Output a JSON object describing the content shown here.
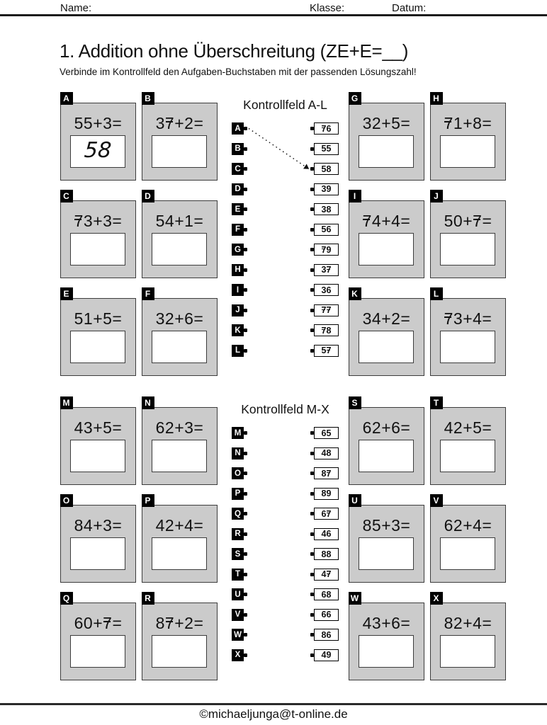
{
  "header": {
    "name_label": "Name:",
    "klasse_label": "Klasse:",
    "datum_label": "Datum:"
  },
  "title": "1. Addition ohne Überschreitung (ZE+E=__)",
  "subtitle": "Verbinde im Kontrollfeld den Aufgaben-Buchstaben mit der passenden Lösungszahl!",
  "colors": {
    "card_gray": "#cbcbcb",
    "tab_black": "#000000",
    "paper_white": "#ffffff"
  },
  "sections": [
    {
      "kontrollfeld_title": "Kontrollfeld A-L",
      "left_cards": [
        {
          "letter": "A",
          "problem": "55+3=",
          "answer": "58"
        },
        {
          "letter": "B",
          "problem": "37+2=",
          "answer": ""
        },
        {
          "letter": "C",
          "problem": "73+3=",
          "answer": ""
        },
        {
          "letter": "D",
          "problem": "54+1=",
          "answer": ""
        },
        {
          "letter": "E",
          "problem": "51+5=",
          "answer": ""
        },
        {
          "letter": "F",
          "problem": "32+6=",
          "answer": ""
        }
      ],
      "right_cards": [
        {
          "letter": "G",
          "problem": "32+5=",
          "answer": ""
        },
        {
          "letter": "H",
          "problem": "71+8=",
          "answer": ""
        },
        {
          "letter": "I",
          "problem": "74+4=",
          "answer": ""
        },
        {
          "letter": "J",
          "problem": "50+7=",
          "answer": ""
        },
        {
          "letter": "K",
          "problem": "34+2=",
          "answer": ""
        },
        {
          "letter": "L",
          "problem": "73+4=",
          "answer": ""
        }
      ],
      "letters": [
        "A",
        "B",
        "C",
        "D",
        "E",
        "F",
        "G",
        "H",
        "I",
        "J",
        "K",
        "L"
      ],
      "numbers": [
        "76",
        "55",
        "58",
        "39",
        "38",
        "56",
        "79",
        "37",
        "36",
        "77",
        "78",
        "57"
      ],
      "connection": {
        "from_letter": "A",
        "to_number": "58"
      }
    },
    {
      "kontrollfeld_title": "Kontrollfeld M-X",
      "left_cards": [
        {
          "letter": "M",
          "problem": "43+5=",
          "answer": ""
        },
        {
          "letter": "N",
          "problem": "62+3=",
          "answer": ""
        },
        {
          "letter": "O",
          "problem": "84+3=",
          "answer": ""
        },
        {
          "letter": "P",
          "problem": "42+4=",
          "answer": ""
        },
        {
          "letter": "Q",
          "problem": "60+7=",
          "answer": ""
        },
        {
          "letter": "R",
          "problem": "87+2=",
          "answer": ""
        }
      ],
      "right_cards": [
        {
          "letter": "S",
          "problem": "62+6=",
          "answer": ""
        },
        {
          "letter": "T",
          "problem": "42+5=",
          "answer": ""
        },
        {
          "letter": "U",
          "problem": "85+3=",
          "answer": ""
        },
        {
          "letter": "V",
          "problem": "62+4=",
          "answer": ""
        },
        {
          "letter": "W",
          "problem": "43+6=",
          "answer": ""
        },
        {
          "letter": "X",
          "problem": "82+4=",
          "answer": ""
        }
      ],
      "letters": [
        "M",
        "N",
        "O",
        "P",
        "Q",
        "R",
        "S",
        "T",
        "U",
        "V",
        "W",
        "X"
      ],
      "numbers": [
        "65",
        "48",
        "87",
        "89",
        "67",
        "46",
        "88",
        "47",
        "68",
        "66",
        "86",
        "49"
      ]
    }
  ],
  "footer": {
    "credit": "©michaeljunga@t-online.de"
  }
}
